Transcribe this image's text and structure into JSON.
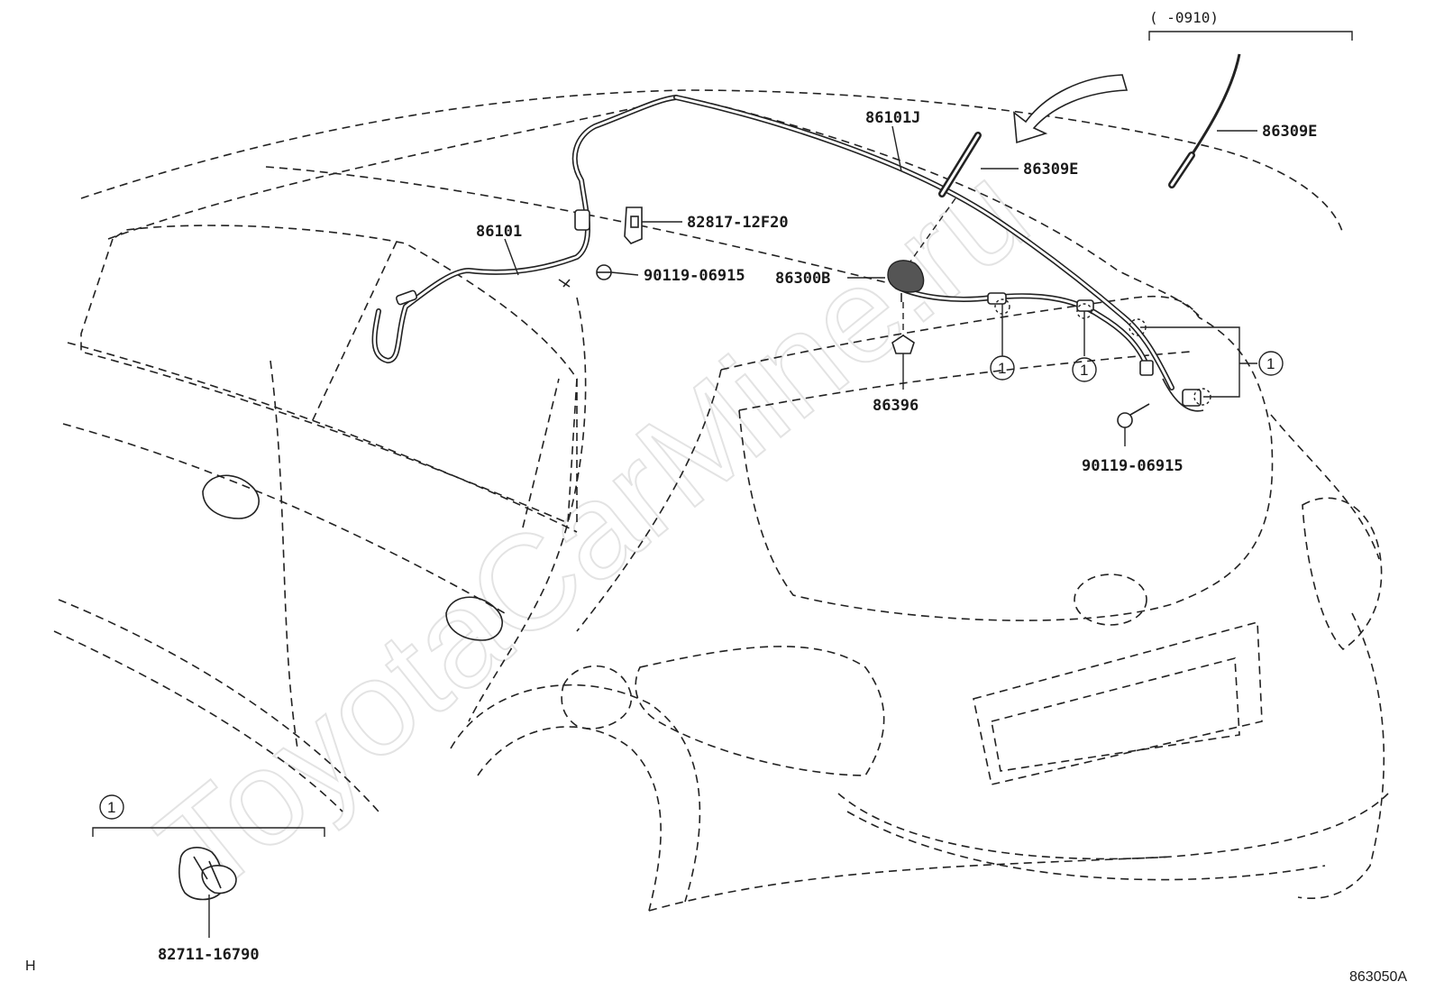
{
  "watermark": "ToyotaCarMine.ru",
  "range_note": "(     -0910)",
  "corner_left": "H",
  "diagram_id": "863050A",
  "parts": {
    "cable_rear": "86101J",
    "mast_top": "86309E",
    "mast_mid": "86309E",
    "cable_front": "86101",
    "bracket": "82817-12F20",
    "bolt_left": "90119-06915",
    "antenna_base": "86300B",
    "pad": "86396",
    "bolt_right": "90119-06915",
    "clamp": "82711-16790"
  },
  "callout": "1"
}
